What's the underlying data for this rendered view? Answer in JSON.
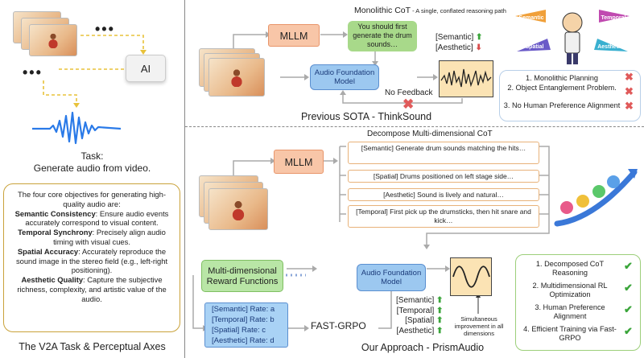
{
  "left": {
    "ai_label": "AI",
    "task_title": "Task:",
    "task_text": "Generate audio from video.",
    "objectives_intro": "The four core objectives for generating high-quality audio are:",
    "objectives": [
      {
        "name": "Semantic Consistency",
        "desc": ": Ensure audio events accurately correspond to visual content."
      },
      {
        "name": "Temporal Synchrony",
        "desc": ": Precisely align audio timing with visual cues."
      },
      {
        "name": "Spatial Accuracy",
        "desc": ": Accurately reproduce the sound image in the stereo field (e.g., left-right positioning)."
      },
      {
        "name": "Aesthetic Quality",
        "desc": ": Capture the subjective richness, complexity, and artistic value of the audio."
      }
    ],
    "footer": "The V2A Task & Perceptual Axes"
  },
  "top": {
    "title": "Monolithic CoT",
    "subtitle": " - A single, conflated reasoning path",
    "mllm": "MLLM",
    "bubble": "You should first generate the drum sounds…",
    "semantic_tag": "[Semantic]",
    "aesthetic_tag": "[Aesthetic]",
    "afm": "Audio Foundation Model",
    "no_feedback": "No Feedback",
    "footer": "Previous SOTA - ThinkSound",
    "cartoon_labels": [
      "Semantic",
      "Temporal",
      "Spatial",
      "Aesthetic"
    ],
    "issues": [
      "1. Monolithic Planning",
      "2. Object Entanglement Problem.",
      "3. No Human Preference Alignment"
    ]
  },
  "bottom": {
    "title": "Decompose Multi-dimensional CoT",
    "mllm": "MLLM",
    "cots": [
      "[Semantic] Generate drum sounds matching the hits…",
      "[Spatial] Drums positioned on left stage side…",
      "[Aesthetic] Sound is lively and natural…",
      "[Temporal] First pick up the drumsticks, then hit snare and kick…"
    ],
    "reward": "Multi-dimensional Reward Functions",
    "afm": "Audio Foundation Model",
    "rates": [
      "[Semantic] Rate: a",
      "[Temporal] Rate: b",
      "[Spatial] Rate: c",
      "[Aesthetic] Rate: d"
    ],
    "fast_grpo": "FAST-GRPO",
    "dims": [
      "[Semantic]",
      "[Temporal]",
      "[Spatial]",
      "[Aesthetic]"
    ],
    "simultaneous": "Simultaneous improvement in all dimensions",
    "footer": "Our Approach - PrismAudio",
    "benefits": [
      "1.  Decomposed CoT Reasoning",
      "2. Multidimensional RL Optimization",
      "3. Human Preference Alignment",
      "4. Efficient Training via Fast-GRPO"
    ]
  },
  "colors": {
    "mllm_fill": "#f8c6a8",
    "mllm_border": "#e8956a",
    "bubble_fill": "#a8d98a",
    "afm_fill": "#9cc8f0",
    "afm_border": "#5b8fd0",
    "reward_fill": "#b9e6a6",
    "rate_fill": "#a9d2f5",
    "yellow_border": "#c9a23a",
    "issue_border": "#b8cfe8",
    "benefit_border": "#9ccf7a"
  }
}
